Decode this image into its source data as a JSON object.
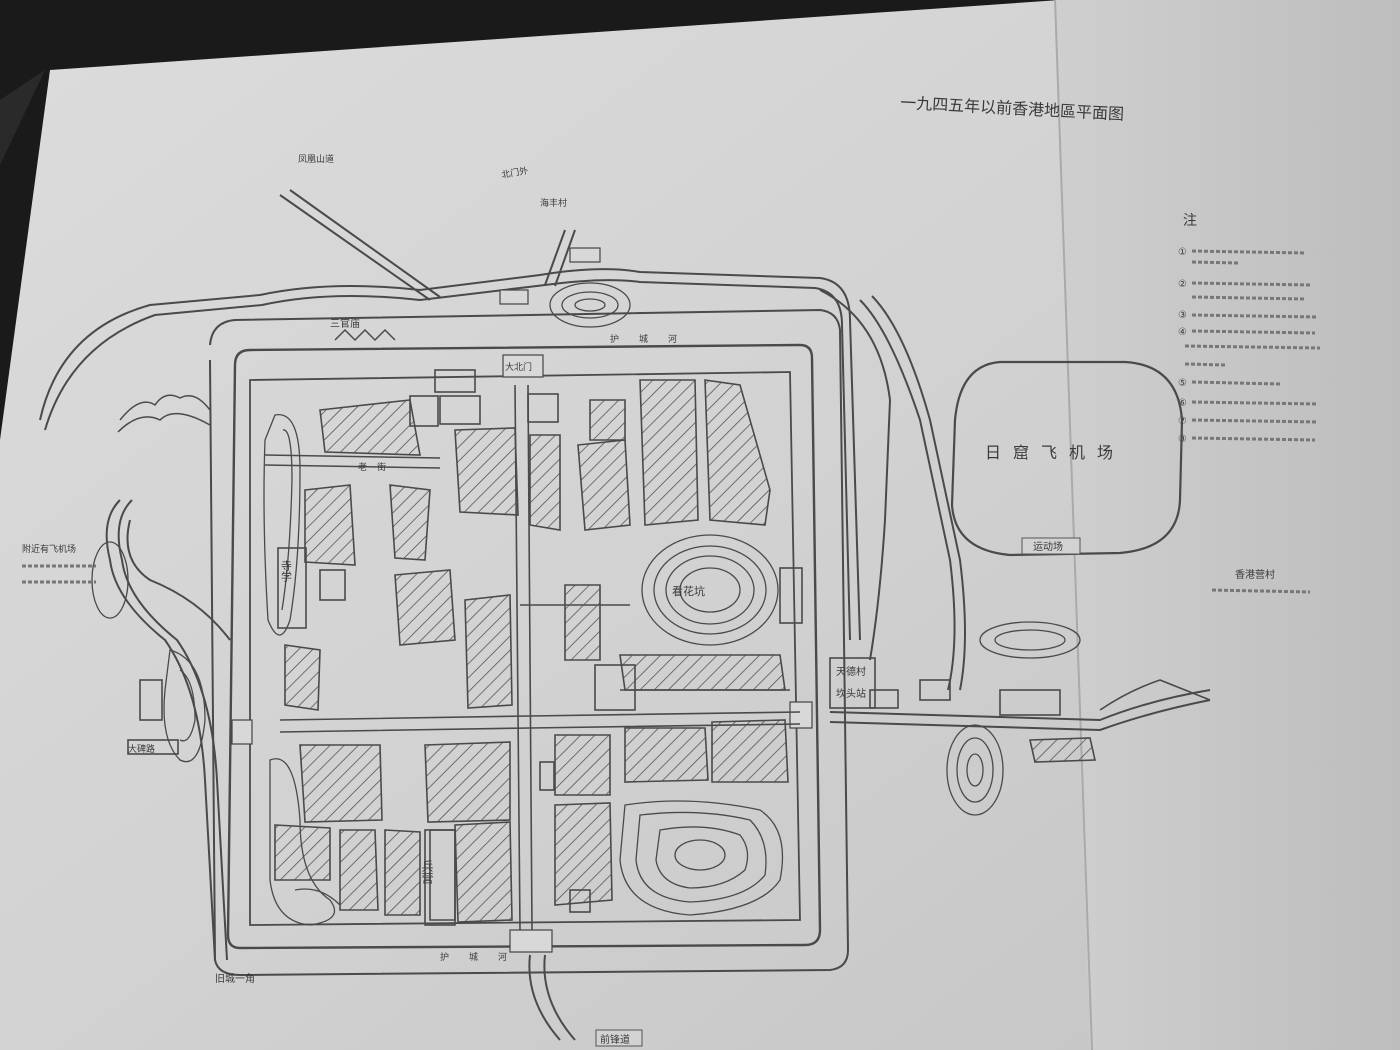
{
  "map": {
    "title": "一九四五年以前香港地區平面图",
    "legend_heading": "注",
    "legend_items": [
      "①",
      "②",
      "③",
      "④",
      "⑤",
      "⑥",
      "⑦",
      "⑧"
    ],
    "airport_label": "日窟飞机场",
    "sports_ground_label": "运动场",
    "east_note": "香港营村",
    "labels": {
      "hill_central": "看花坑",
      "barracks": "兵营",
      "temple": "寺学",
      "west_note": "附近有飞机场",
      "south_gate_bottom": "前锋道",
      "southwest_corner": "旧城一角",
      "west_road": "大碑路",
      "north_gate": "大北门",
      "east_village": "天德村",
      "east_station": "坎头站",
      "canal_north": "护城河",
      "canal_south": "护城河",
      "road_top": "老街",
      "mountain_label": "三官庙",
      "north_road": "北门外",
      "top_left_road": "凤凰山道",
      "right_label": "海丰村"
    }
  }
}
